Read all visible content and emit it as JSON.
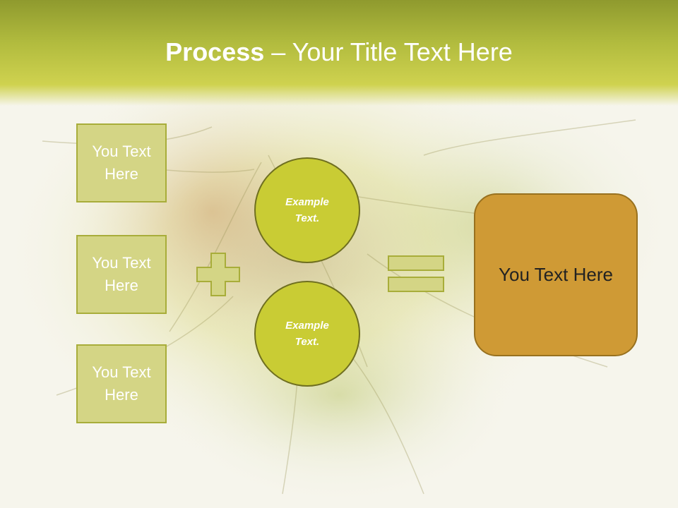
{
  "title": {
    "bold": "Process",
    "rest": " – Your Title Text Here"
  },
  "inputs": [
    {
      "label": "You Text Here"
    },
    {
      "label": "You Text Here"
    },
    {
      "label": "You Text Here"
    }
  ],
  "circles": [
    {
      "label": "Example Text."
    },
    {
      "label": "Example Text."
    }
  ],
  "result": {
    "label": "You Text Here"
  },
  "colors": {
    "header": "#c9cc34",
    "box_fill": "#d4d585",
    "circle_fill": "#c9cc34",
    "result_fill": "#cf9a35"
  }
}
